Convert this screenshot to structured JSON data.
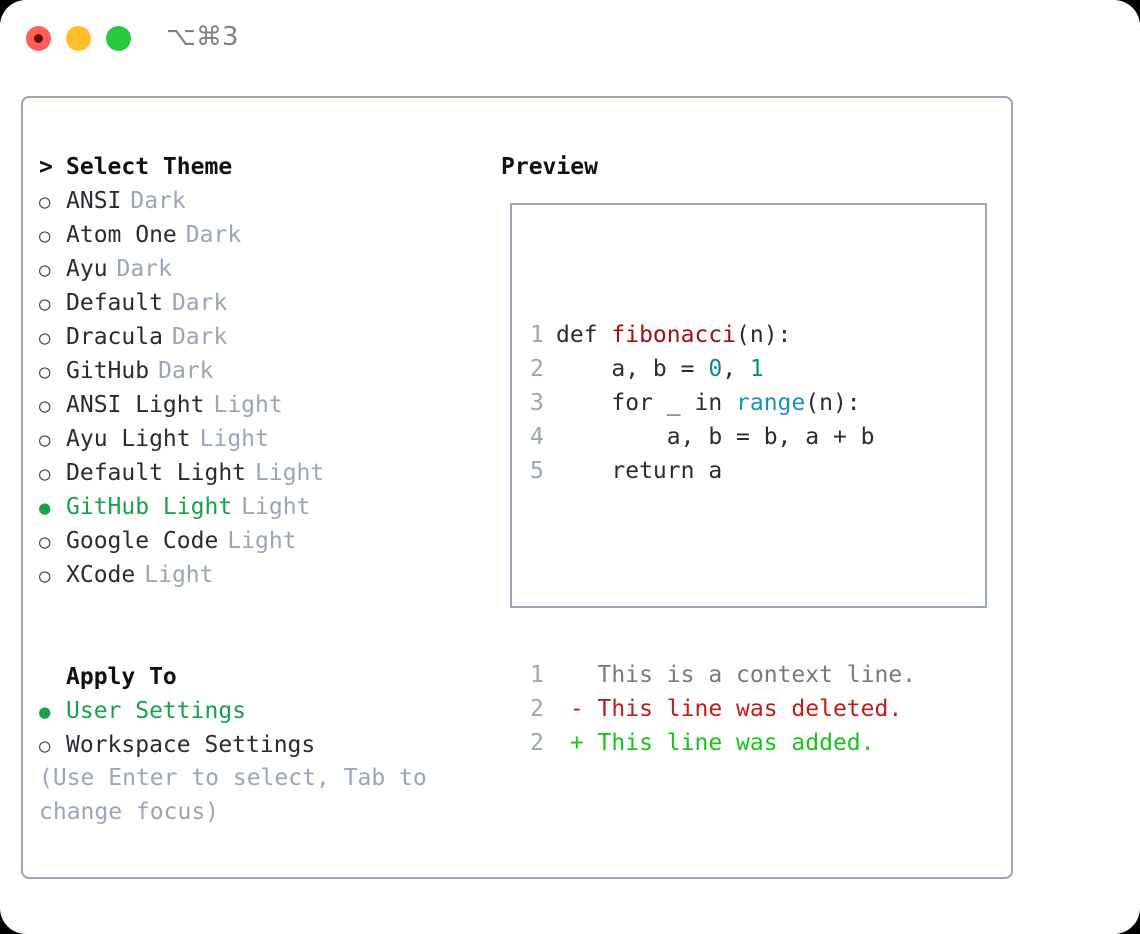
{
  "titlebar": {
    "shortcut": "⌥⌘3",
    "lights": [
      {
        "name": "close",
        "color": "#ff5f57"
      },
      {
        "name": "minimize",
        "color": "#ffbd2e"
      },
      {
        "name": "maximize",
        "color": "#28c840"
      }
    ]
  },
  "colors": {
    "accent_green": "#16a34a",
    "border": "#9aa5b5",
    "muted": "#9aa5b5",
    "text": "#2b2b33",
    "diff_add": "#19c319",
    "diff_del": "#c31a1a",
    "diff_ctx": "#7a7a7a",
    "syntax_function": "#a01111",
    "syntax_number": "#0d8a8a",
    "syntax_builtin": "#1a8fc4"
  },
  "theme_section": {
    "heading": "Select Theme",
    "heading_marker": ">",
    "items": [
      {
        "marker": "○",
        "label": "ANSI",
        "variant": "Dark",
        "selected": false
      },
      {
        "marker": "○",
        "label": "Atom One",
        "variant": "Dark",
        "selected": false
      },
      {
        "marker": "○",
        "label": "Ayu",
        "variant": "Dark",
        "selected": false
      },
      {
        "marker": "○",
        "label": "Default",
        "variant": "Dark",
        "selected": false
      },
      {
        "marker": "○",
        "label": "Dracula",
        "variant": "Dark",
        "selected": false
      },
      {
        "marker": "○",
        "label": "GitHub",
        "variant": "Dark",
        "selected": false
      },
      {
        "marker": "○",
        "label": "ANSI Light",
        "variant": "Light",
        "selected": false
      },
      {
        "marker": "○",
        "label": "Ayu Light",
        "variant": "Light",
        "selected": false
      },
      {
        "marker": "○",
        "label": "Default Light",
        "variant": "Light",
        "selected": false
      },
      {
        "marker": "●",
        "label": "GitHub Light",
        "variant": "Light",
        "selected": true
      },
      {
        "marker": "○",
        "label": "Google Code",
        "variant": "Light",
        "selected": false
      },
      {
        "marker": "○",
        "label": "XCode",
        "variant": "Light",
        "selected": false
      }
    ]
  },
  "apply_section": {
    "heading": "Apply To",
    "items": [
      {
        "marker": "●",
        "label": "User Settings",
        "selected": true
      },
      {
        "marker": "○",
        "label": "Workspace Settings",
        "selected": false
      }
    ]
  },
  "help": {
    "line1": "(Use Enter to select, Tab to",
    "line2": "change focus)"
  },
  "preview": {
    "title": "Preview",
    "code_lines": [
      {
        "no": "1",
        "parts": [
          {
            "t": "def ",
            "k": "plain"
          },
          {
            "t": "fibonacci",
            "k": "fn"
          },
          {
            "t": "(n):",
            "k": "plain"
          }
        ]
      },
      {
        "no": "2",
        "parts": [
          {
            "t": "    a, b = ",
            "k": "plain"
          },
          {
            "t": "0",
            "k": "num"
          },
          {
            "t": ", ",
            "k": "plain"
          },
          {
            "t": "1",
            "k": "num"
          }
        ]
      },
      {
        "no": "3",
        "parts": [
          {
            "t": "    for _ in ",
            "k": "plain"
          },
          {
            "t": "range",
            "k": "call"
          },
          {
            "t": "(n):",
            "k": "plain"
          }
        ]
      },
      {
        "no": "4",
        "parts": [
          {
            "t": "        a, b = b, a + b",
            "k": "plain"
          }
        ]
      },
      {
        "no": "5",
        "parts": [
          {
            "t": "    return a",
            "k": "plain"
          }
        ]
      }
    ],
    "diff_lines": [
      {
        "no": "1",
        "sign": " ",
        "text": "This is a context line.",
        "kind": "ctx"
      },
      {
        "no": "2",
        "sign": "-",
        "text": "This line was deleted.",
        "kind": "del"
      },
      {
        "no": "2",
        "sign": "+",
        "text": "This line was added.",
        "kind": "add"
      }
    ]
  }
}
